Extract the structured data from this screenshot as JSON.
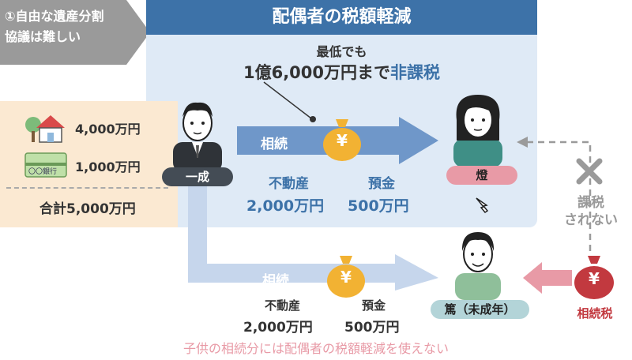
{
  "badge": {
    "line1": "①自由な遺産分割",
    "line2": "協議は難しい"
  },
  "panel": {
    "title": "配偶者の税額軽減",
    "note_line1": "最低でも",
    "note_line2_prefix": "1億6,000万円まで",
    "note_line2_highlight": "非課税"
  },
  "assets": {
    "realestate": "4,000万円",
    "bank_icon_text": "〇〇銀行",
    "deposit": "1,000万円",
    "total": "合計5,000万円"
  },
  "people": {
    "father": "一成",
    "spouse": "燈",
    "child": "篤（未成年）"
  },
  "spouse_flow": {
    "arrow_label": "相続",
    "realestate_label": "不動産",
    "realestate_value": "2,000万円",
    "deposit_label": "預金",
    "deposit_value": "500万円"
  },
  "child_flow": {
    "arrow_label": "相続",
    "realestate_label": "不動産",
    "realestate_value": "2,000万円",
    "deposit_label": "預金",
    "deposit_value": "500万円"
  },
  "yen_symbol": "¥",
  "no_tax": {
    "line1": "課税",
    "line2": "されない"
  },
  "tax_label": "相続税",
  "footer": "子供の相続分には配偶者の税額軽減を使えない",
  "colors": {
    "header_blue": "#3d72a8",
    "panel_bg": "#dfeaf6",
    "left_bg": "#fbe9d2",
    "bag_gold": "#f2b233",
    "arrow_blue": "#6f97c9",
    "pink": "#e89aa6",
    "red": "#c2393f"
  }
}
